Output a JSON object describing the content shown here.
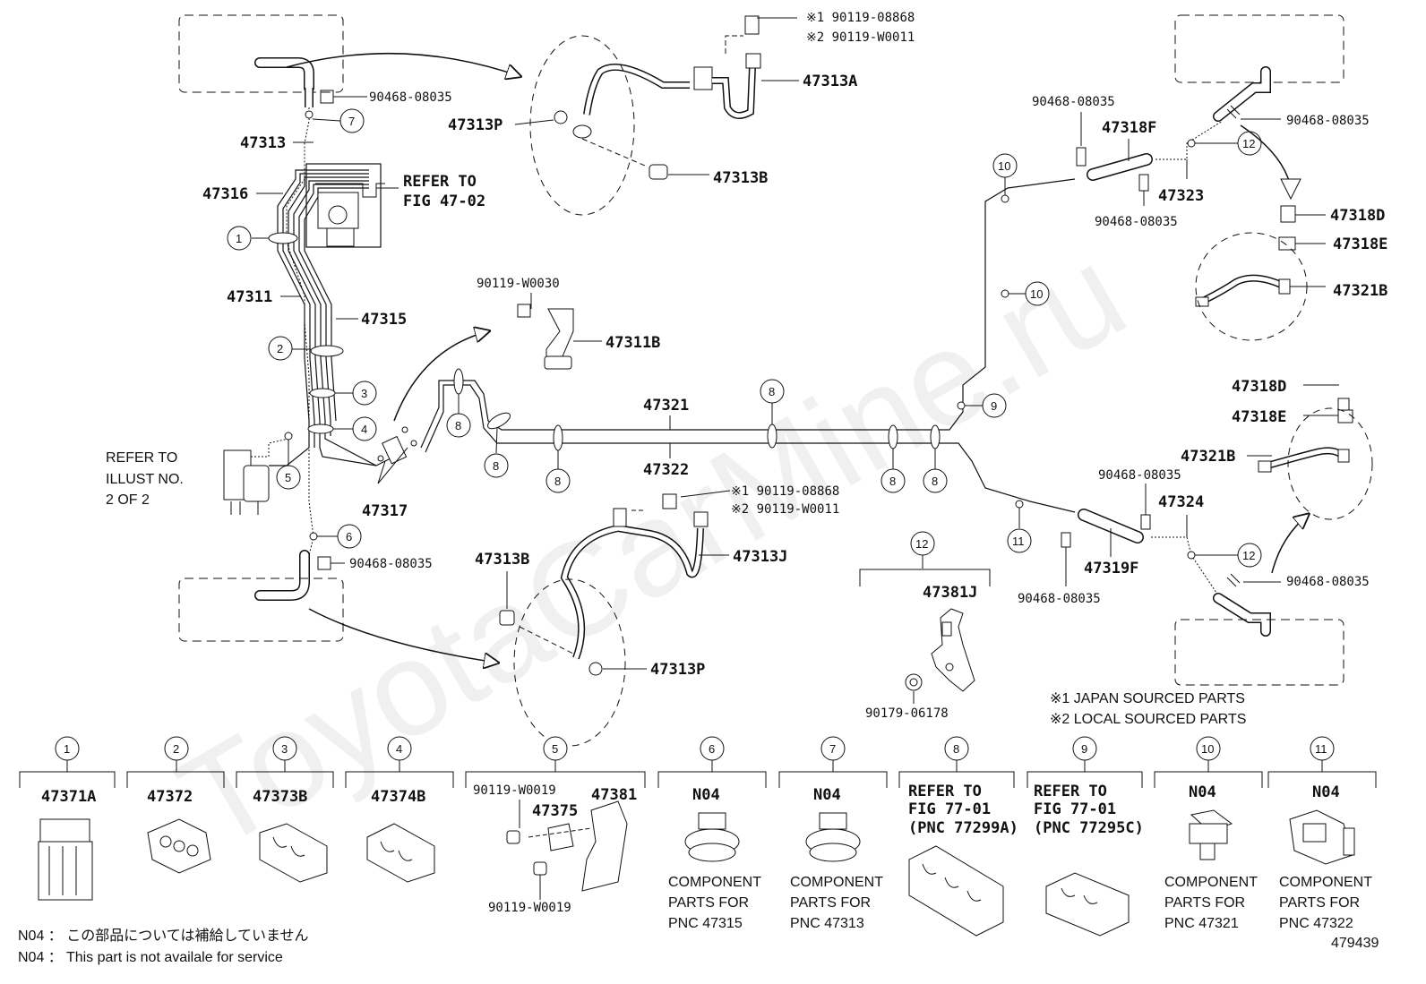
{
  "diagram_id": "479439",
  "watermark": "ToyotaCarMine.ru",
  "parts": {
    "p47313A": "47313A",
    "p47313P_top": "47313P",
    "p47313B_top": "47313B",
    "p47313": "47313",
    "p47316": "47316",
    "p47311": "47311",
    "p47315": "47315",
    "p47317": "47317",
    "p47311B": "47311B",
    "p47321": "47321",
    "p47322": "47322",
    "p47313J": "47313J",
    "p47313B_bot": "47313B",
    "p47313P_bot": "47313P",
    "p47318F": "47318F",
    "p47323": "47323",
    "p47318D_top": "47318D",
    "p47318E_top": "47318E",
    "p47321B_top": "47321B",
    "p47318D_bot": "47318D",
    "p47318E_bot": "47318E",
    "p47321B_bot": "47321B",
    "p47324": "47324",
    "p47319F": "47319F",
    "p47381J": "47381J"
  },
  "fasteners": {
    "s1_top": "※1 90119-08868",
    "s2_top": "※2 90119-W0011",
    "s1_mid": "※1 90119-08868",
    "s2_mid": "※2 90119-W0011",
    "clip_tl": "90468-08035",
    "clip_bl": "90468-08035",
    "clip_r1": "90468-08035",
    "clip_r2": "90468-08035",
    "clip_r3": "90468-08035",
    "clip_r4": "90468-08035",
    "clip_r5": "90468-08035",
    "clip_r6": "90468-08035",
    "bolt_w0030": "90119-W0030",
    "nut_06178": "90179-06178"
  },
  "refer_fig": [
    "REFER TO",
    "FIG 47-02"
  ],
  "refer_illust": [
    "REFER TO",
    "ILLUST NO.",
    "2 OF 2"
  ],
  "callouts": {
    "c1": "1",
    "c2": "2",
    "c3": "3",
    "c4": "4",
    "c5": "5",
    "c6": "6",
    "c7": "7",
    "c8a": "8",
    "c8b": "8",
    "c8c": "8",
    "c8d": "8",
    "c8e": "8",
    "c8f": "8",
    "c9": "9",
    "c10a": "10",
    "c10b": "10",
    "c11": "11",
    "c12a": "12",
    "c12b": "12",
    "c12c": "12"
  },
  "sourced_notes": [
    "※1 JAPAN SOURCED PARTS",
    "※2 LOCAL SOURCED PARTS"
  ],
  "bottom_row": {
    "i1": {
      "num": "1",
      "part": "47371A"
    },
    "i2": {
      "num": "2",
      "part": "47372"
    },
    "i3": {
      "num": "3",
      "part": "47373B"
    },
    "i4": {
      "num": "4",
      "part": "47374B"
    },
    "i5": {
      "num": "5",
      "bolt_top": "90119-W0019",
      "part_a": "47375",
      "part_b": "47381",
      "bolt_bot": "90119-W0019"
    },
    "i6": {
      "num": "6",
      "part": "N04",
      "desc": [
        "COMPONENT",
        "PARTS FOR",
        "PNC 47315"
      ]
    },
    "i7": {
      "num": "7",
      "part": "N04",
      "desc": [
        "COMPONENT",
        "PARTS FOR",
        "PNC 47313"
      ]
    },
    "i8": {
      "num": "8",
      "desc": [
        "REFER TO",
        "FIG 77-01",
        "(PNC 77299A)"
      ]
    },
    "i9": {
      "num": "9",
      "desc": [
        "REFER TO",
        "FIG 77-01",
        "(PNC 77295C)"
      ]
    },
    "i10": {
      "num": "10",
      "part": "N04",
      "desc": [
        "COMPONENT",
        "PARTS FOR",
        "PNC 47321"
      ]
    },
    "i11": {
      "num": "11",
      "part": "N04",
      "desc": [
        "COMPONENT",
        "PARTS FOR",
        "PNC 47322"
      ]
    }
  },
  "footnotes": {
    "jp": "N04 ： この部品については補給していません",
    "en": "N04 ： This part is not availale for service"
  }
}
